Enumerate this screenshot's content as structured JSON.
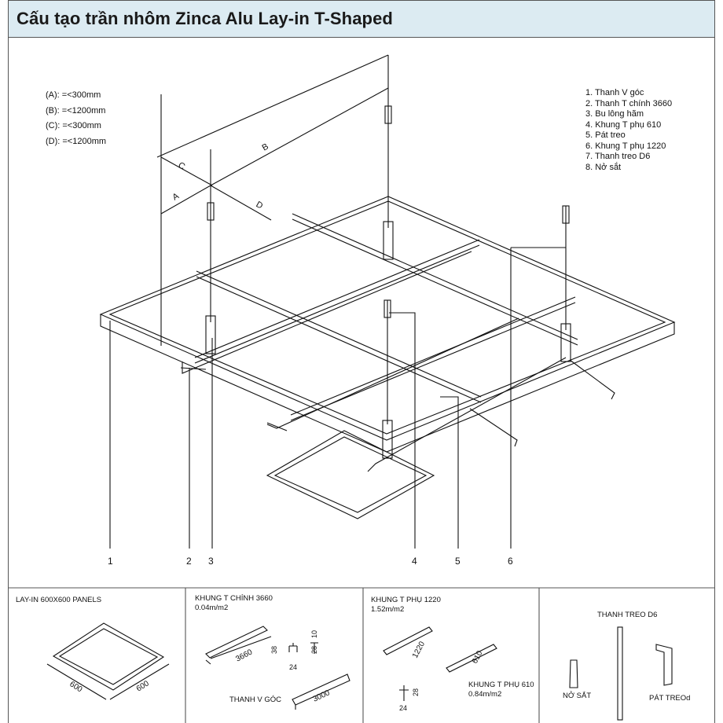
{
  "header": {
    "title": "Cấu tạo trần nhôm Zinca Alu Lay-in T-Shaped"
  },
  "dimensions": [
    {
      "label": "(A): =<300mm"
    },
    {
      "label": "(B): =<1200mm"
    },
    {
      "label": "(C): =<300mm"
    },
    {
      "label": "(D): =<1200mm"
    }
  ],
  "dim_letters": {
    "a": "A",
    "b": "B",
    "c": "C",
    "d": "D"
  },
  "legend": [
    "1. Thanh V góc",
    "2. Thanh T chính 3660",
    "3. Bu lông hãm",
    "4. Khung T phụ 610",
    "5. Pát treo",
    "6. Khung T phụ 1220",
    "7. Thanh treo D6",
    "8. Nở sắt"
  ],
  "callouts": [
    "1",
    "2",
    "3",
    "4",
    "5",
    "6"
  ],
  "panels": {
    "p1": {
      "title": "LAY-IN 600X600 PANELS",
      "dim1": "600",
      "dim2": "600"
    },
    "p2": {
      "title": "KHUNG T CHÍNH 3660",
      "sub": "0.04m/m2",
      "dim_len": "3660",
      "d38": "38",
      "d24": "24",
      "d28": "28",
      "d10": "10",
      "vtitle": "THANH V GÓC",
      "vlen": "3000"
    },
    "p3": {
      "title": "KHUNG T PHỤ 1220",
      "sub": "1.52m/m2",
      "len1220": "1220",
      "len610": "610",
      "t610": "KHUNG T PHỤ 610",
      "t610sub": "0.84m/m2",
      "d28": "28",
      "d24": "24"
    },
    "p4": {
      "title": "THANH TREO D6",
      "no_sat": "NỞ SẮT",
      "pat": "PÁT TREOd"
    }
  },
  "colors": {
    "header_bg": "#dcebf2",
    "line": "#111111"
  }
}
